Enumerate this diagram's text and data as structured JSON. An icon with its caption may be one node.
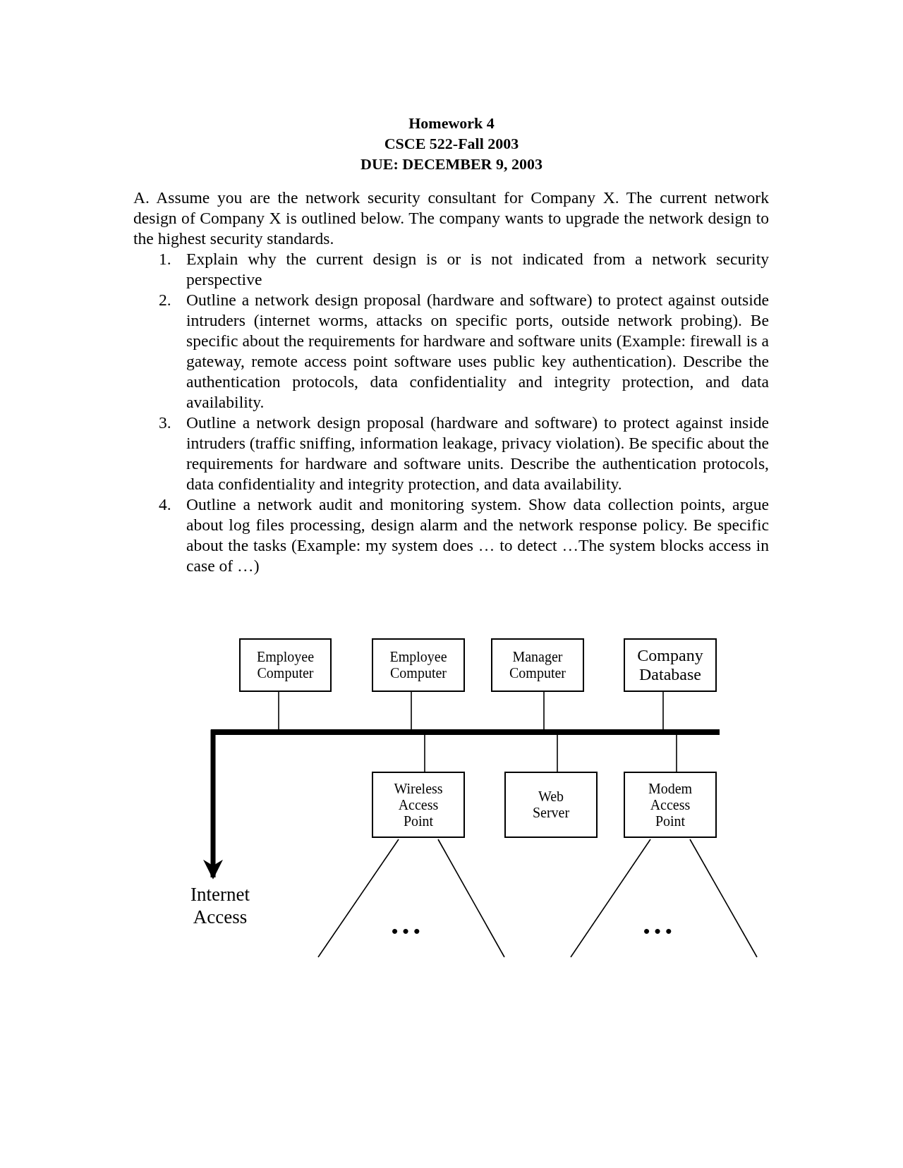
{
  "diagram": {
    "title": "Homework 4",
    "nodes": [
      {
        "text": [
          "Employee Computer"
        ]
      },
      {
        "text": [
          "Employee Computer"
        ]
      },
      {
        "text": [
          "Manager Computer"
        ]
      },
      {
        "text": [
          "Company Database"
        ]
      },
      {
        "text": [],
        "shape": "bar"
      },
      {
        "text": [
          "Wireless Access Point"
        ]
      },
      {
        "text": [
          "Web Server"
        ]
      },
      {
        "text": [
          "Modem Access Point"
        ]
      },
      {
        "text": [
          "Internet Access"
        ]
      }
    ],
    "edges": [
      {
        "from": 0,
        "to": 4,
        "arrow": "none"
      },
      {
        "from": 1,
        "to": 4,
        "arrow": "none"
      },
      {
        "from": 2,
        "to": 4,
        "arrow": "none"
      },
      {
        "from": 3,
        "to": 4,
        "arrow": "none"
      },
      {
        "from": 4,
        "to": 5,
        "arrow": "none"
      },
      {
        "from": 4,
        "to": 6,
        "arrow": "none"
      },
      {
        "from": 4,
        "to": 7,
        "arrow": "none"
      },
      {
        "from": 4,
        "to": 8,
        "arrow": "to",
        "style": "thick"
      },
      {
        "from": 5,
        "to": null,
        "arrow": "none"
      },
      {
        "from": 5,
        "to": null,
        "arrow": "none"
      },
      {
        "from": 7,
        "to": null,
        "arrow": "none"
      },
      {
        "from": 7,
        "to": null,
        "arrow": "none"
      }
    ],
    "labels": [
      "CSCE 522-Fall 2003",
      "DUE: DECEMBER 9, 2003",
      "A. Assume you are the network security consultant for Company X. The current network design of Company X is outlined below. The company wants to upgrade the network design to the highest security standards.",
      "1.",
      "Explain why the current design is or is not indicated from a network security perspective",
      "2.",
      "Outline a network design proposal (hardware and software) to protect against outside intruders (internet worms, attacks on specific ports, outside network probing). Be specific about the requirements for hardware and software units (Example: firewall is a gateway, remote access point software uses public key authentication). Describe the authentication protocols, data confidentiality and integrity protection, and data availability.",
      "3.",
      "Outline a network design proposal (hardware and software) to protect against inside intruders (traffic sniffing, information leakage, privacy violation). Be specific about the requirements for hardware and software units. Describe the authentication protocols, data confidentiality and integrity protection, and data availability.",
      "4.",
      "Outline a network audit and monitoring system. Show data collection points, argue about log files processing, design alarm and the network response policy. Be specific about the tasks (Example: my system does … to detect …The system blocks access in case of …)",
      "• • •",
      "• • •"
    ]
  }
}
